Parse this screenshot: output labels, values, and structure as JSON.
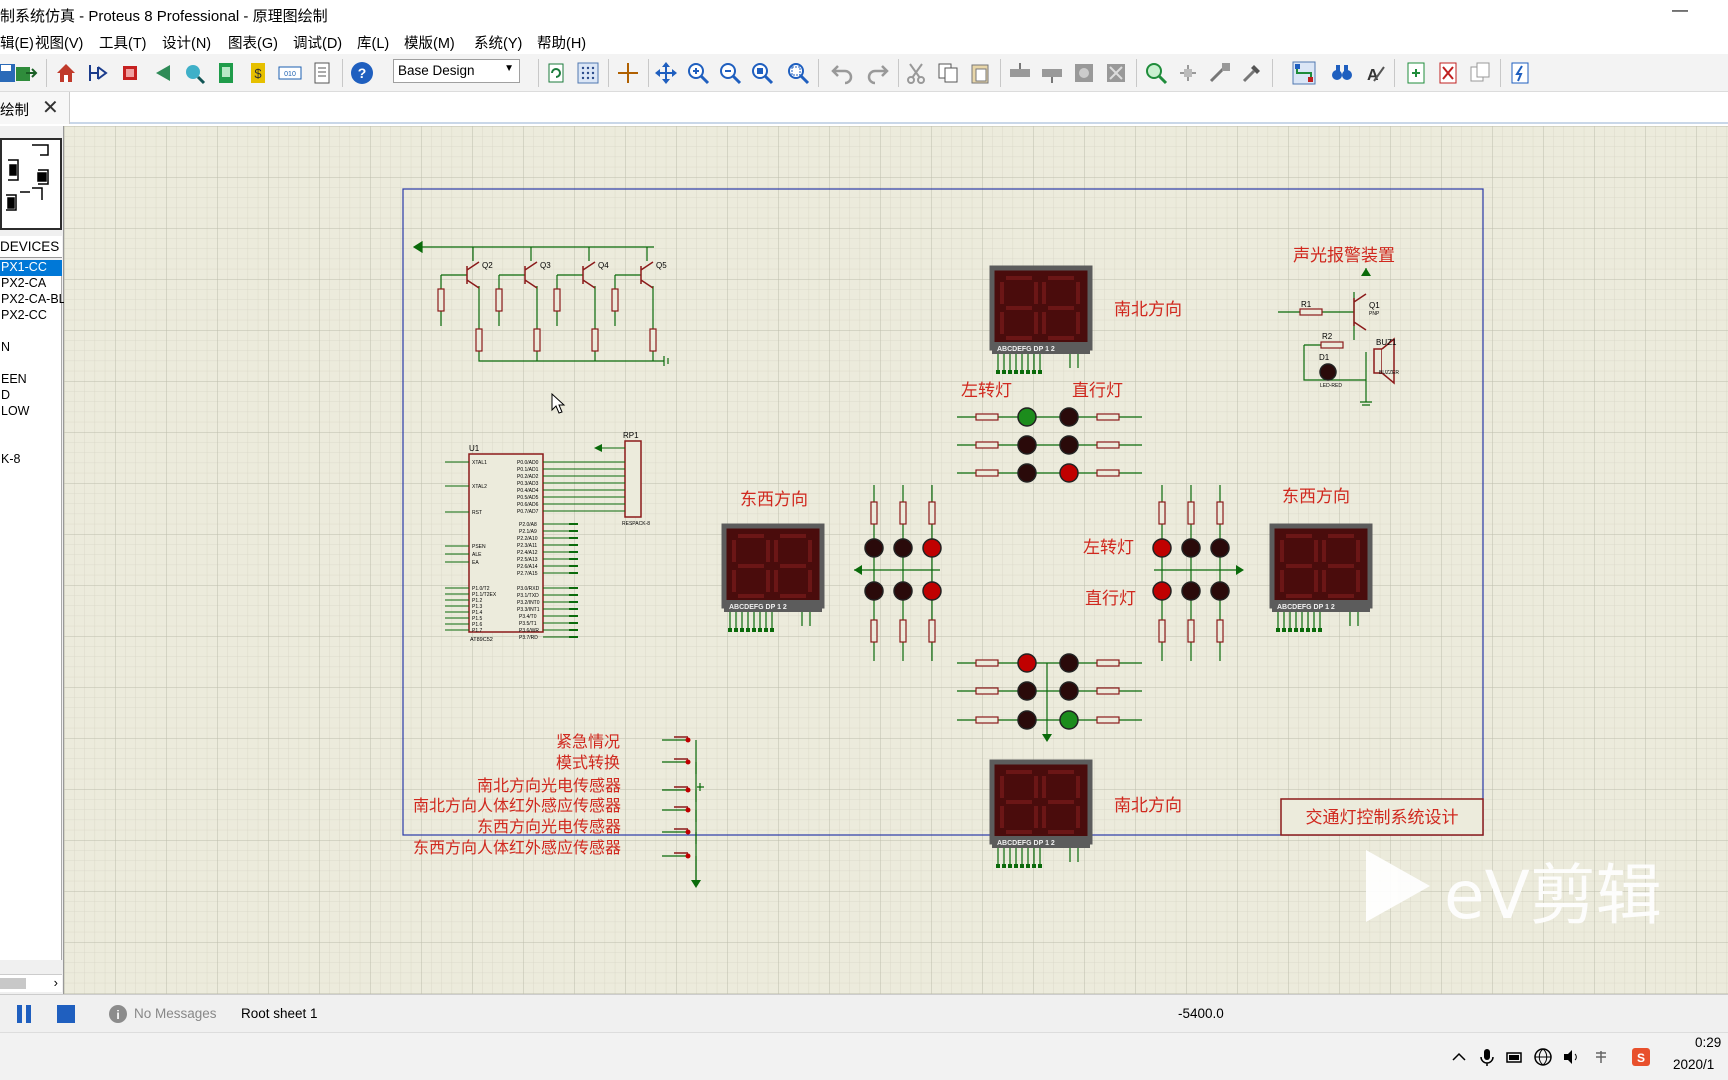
{
  "window": {
    "title": "制系统仿真 - Proteus 8 Professional - 原理图绘制",
    "minimize_glyph": "—"
  },
  "menu": [
    "辑(E)",
    "视图(V)",
    "工具(T)",
    "设计(N)",
    "图表(G)",
    "调试(D)",
    "库(L)",
    "模版(M)",
    "系统(Y)",
    "帮助(H)"
  ],
  "toolbar": {
    "design_select": "Base Design",
    "icons": [
      "save-icon",
      "import-icon",
      "home-icon",
      "schematic-icon",
      "pcb-icon",
      "back-icon",
      "zoom-3d-icon",
      "gerber-icon",
      "bom-icon",
      "vsm-icon",
      "notes-icon",
      "help-icon",
      "refresh-icon",
      "grid-icon",
      "origin-icon",
      "pan-icon",
      "zoom-in-icon",
      "zoom-out-icon",
      "zoom-all-icon",
      "zoom-area-icon",
      "undo-icon",
      "redo-icon",
      "cut-icon",
      "copy-icon",
      "paste-icon",
      "block-copy-icon",
      "block-move-icon",
      "block-rotate-icon",
      "block-delete-icon",
      "pick-icon",
      "make-device-icon",
      "packaging-icon",
      "decompose-icon",
      "wire-autorouter-icon",
      "search-icon",
      "property-icon",
      "new-sheet-icon",
      "delete-sheet-icon",
      "goto-sheet-icon",
      "erc-icon"
    ]
  },
  "tab": {
    "label": "绘制",
    "close": "✕"
  },
  "left_panel": {
    "devices_header": "DEVICES",
    "devices": [
      "PX1-CC",
      "PX2-CA",
      "PX2-CA-BL",
      "PX2-CC",
      "",
      "N",
      "",
      "EEN",
      "D",
      "LOW",
      "",
      "",
      "K-8"
    ],
    "selected_index": 0
  },
  "schematic": {
    "sheet_title": "交通灯控制系统设计",
    "labels": {
      "alarm": "声光报警装置",
      "ns_top": "南北方向",
      "ns_bottom": "南北方向",
      "ew_left": "东西方向",
      "ew_right": "东西方向",
      "left_turn_top": "左转灯",
      "straight_top": "直行灯",
      "left_turn_right": "左转灯",
      "straight_right": "直行灯"
    },
    "switch_labels": [
      "紧急情况",
      "模式转换",
      "南北方向光电传感器",
      "南北方向人体红外感应传感器",
      "东西方向光电传感器",
      "东西方向人体红外感应传感器"
    ],
    "transistors": [
      "Q2",
      "Q3",
      "Q4",
      "Q5"
    ],
    "chip": {
      "ref": "U1",
      "part": "AT89C52",
      "pack": "RP1",
      "pack_part": "RESPACK-8"
    },
    "alarm_parts": {
      "r1": "R1",
      "r2": "R2",
      "q1": "Q1",
      "d1": "D1",
      "buz": "BUZ1",
      "led": "LED-RED",
      "buzzer": "BUZZER",
      "pnp": "PNP"
    },
    "seg_pins": "ABCDEFG DP   1 2"
  },
  "status": {
    "messages": "No Messages",
    "sheet": "Root sheet 1",
    "coord": "-5400.0"
  },
  "taskbar": {
    "time": "0:29",
    "date": "2020/1",
    "watermark": "eV剪辑"
  },
  "colors": {
    "sheet_bg": "#ecebdc",
    "grid": "#c9c8b8",
    "border": "#2a3aa8",
    "wire": "#0a6a0a",
    "component": "#8b1a1a",
    "label_red": "#d0281e",
    "seg_bg": "#3a0808",
    "led_red": "#c00000",
    "led_green": "#1c8c1c"
  }
}
